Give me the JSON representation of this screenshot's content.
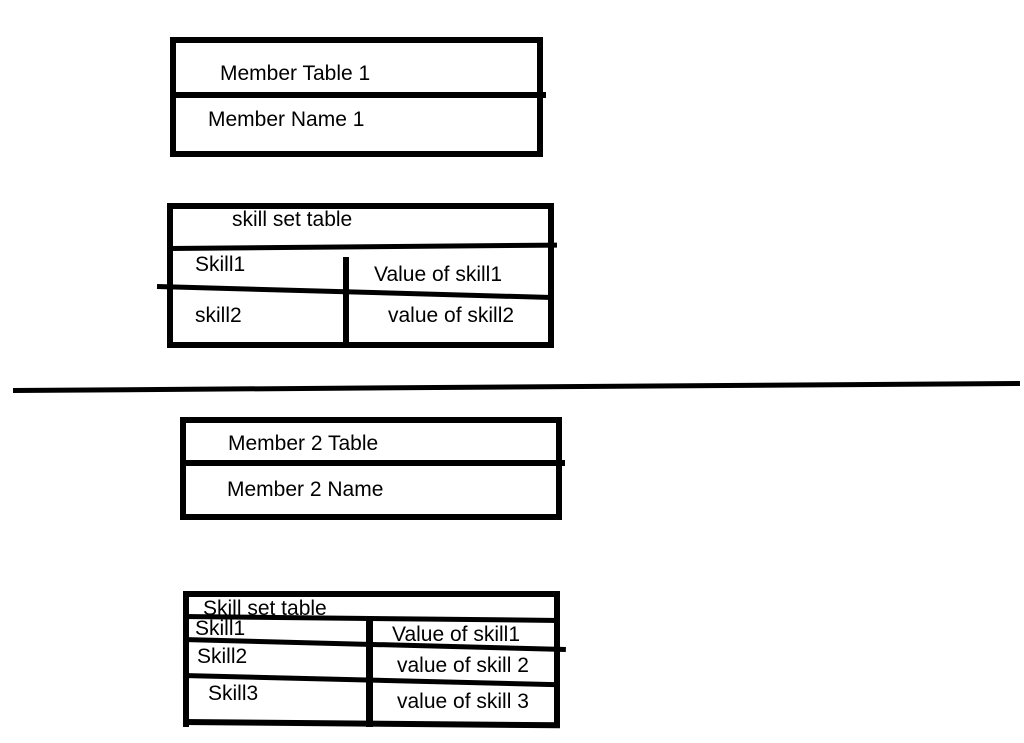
{
  "colors": {
    "ink": "#000000",
    "background": "#ffffff"
  },
  "member_table_1": {
    "title": "Member Table 1",
    "name_row": "Member Name 1"
  },
  "skill_set_table_1": {
    "title": "skill set table",
    "rows": [
      {
        "skill": "Skill1",
        "value": "Value of skill1"
      },
      {
        "skill": "skill2",
        "value": "value of skill2"
      }
    ]
  },
  "member_table_2": {
    "title": "Member 2 Table",
    "name_row": "Member 2 Name"
  },
  "skill_set_table_2": {
    "title": "Skill set table",
    "rows": [
      {
        "skill": "Skill1",
        "value": "Value of skill1"
      },
      {
        "skill": "Skill2",
        "value": "value of skill 2"
      },
      {
        "skill": "Skill3",
        "value": "value of skill 3"
      }
    ]
  }
}
